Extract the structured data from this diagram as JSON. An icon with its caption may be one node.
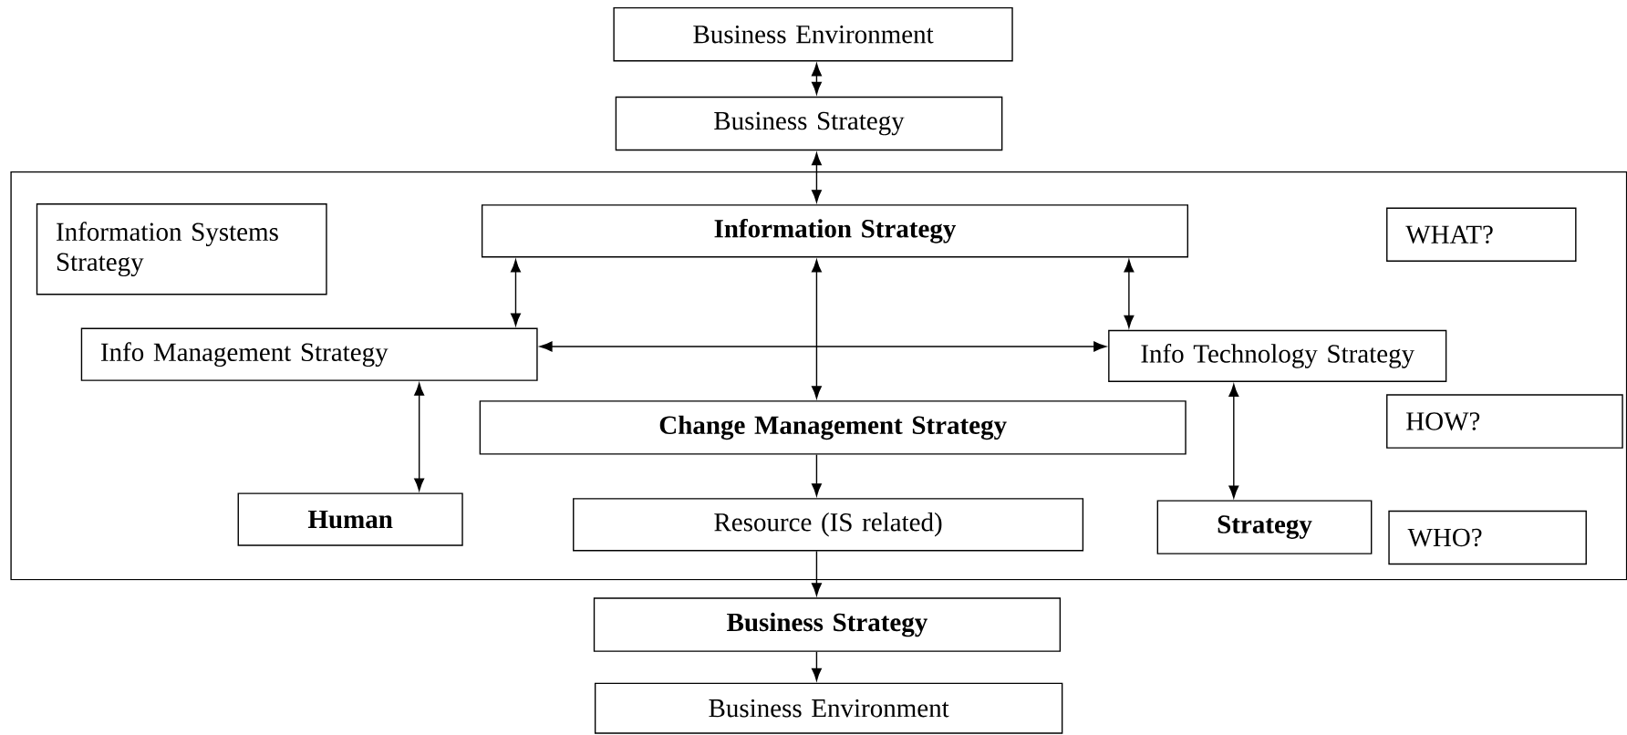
{
  "diagram": {
    "nodes": [
      {
        "text": [
          "Business Environment"
        ]
      },
      {
        "text": [
          "Business Strategy"
        ]
      },
      {
        "text": [],
        "shape": "box"
      },
      {
        "text": [
          "Information Systems Strategy"
        ],
        "in": 2
      },
      {
        "text": [
          "Information Strategy"
        ],
        "in": 2
      },
      {
        "text": [
          "WHAT?"
        ],
        "in": 2
      },
      {
        "text": [
          "Info Management Strategy"
        ],
        "in": 2
      },
      {
        "text": [
          "Info Technology Strategy"
        ],
        "in": 2
      },
      {
        "text": [
          "Change Management Strategy"
        ],
        "in": 2
      },
      {
        "text": [
          "HOW?"
        ],
        "in": 2
      },
      {
        "text": [
          "Human"
        ],
        "in": 2
      },
      {
        "text": [
          "Resource (IS related)"
        ],
        "in": 2
      },
      {
        "text": [
          "Strategy"
        ],
        "in": 2
      },
      {
        "text": [
          "WHO?"
        ],
        "in": 2
      },
      {
        "text": [
          "Business Strategy"
        ]
      },
      {
        "text": [
          "Business Environment"
        ]
      }
    ],
    "edges": [
      {
        "from": 0,
        "to": 1,
        "arrow": "both"
      },
      {
        "from": 1,
        "to": 4,
        "arrow": "both"
      },
      {
        "from": 4,
        "to": 6,
        "arrow": "both"
      },
      {
        "from": 4,
        "to": 8,
        "arrow": "both"
      },
      {
        "from": 4,
        "to": 7,
        "arrow": "both"
      },
      {
        "from": 6,
        "to": 7,
        "arrow": "both"
      },
      {
        "from": 6,
        "to": 10,
        "arrow": "both"
      },
      {
        "from": 7,
        "to": 12,
        "arrow": "both"
      },
      {
        "from": 8,
        "to": 11,
        "arrow": "to"
      },
      {
        "from": 11,
        "to": 14,
        "arrow": "to"
      },
      {
        "from": 14,
        "to": 15,
        "arrow": "to"
      }
    ]
  }
}
